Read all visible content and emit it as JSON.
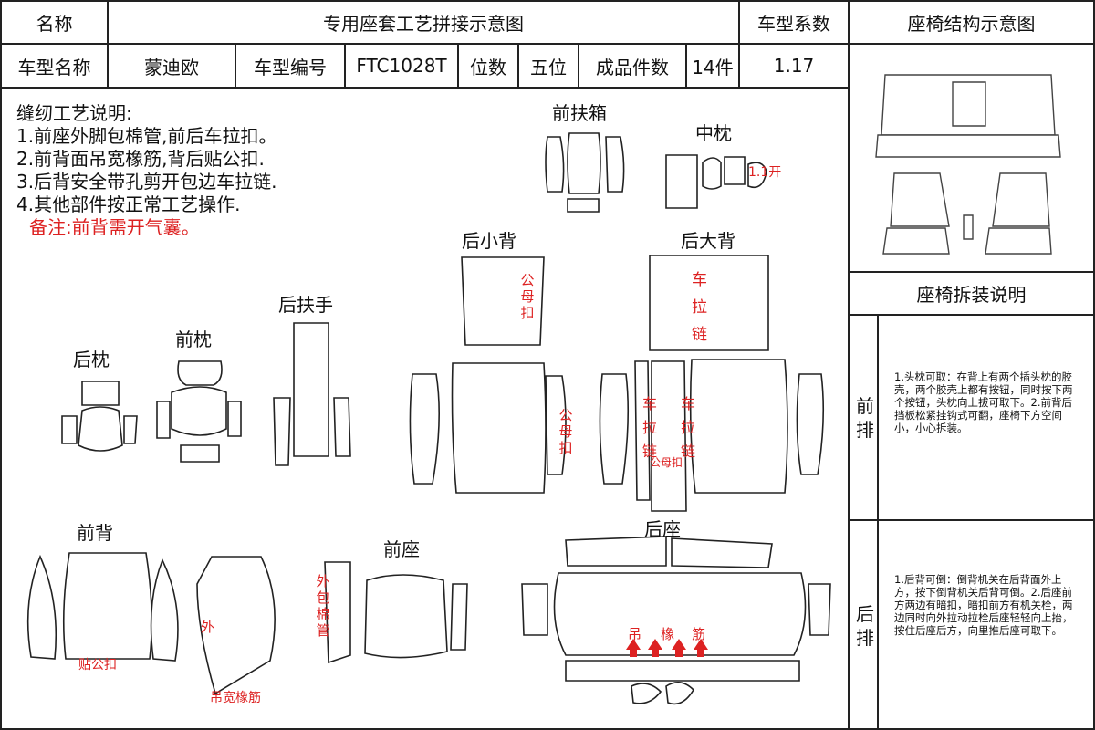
{
  "header": {
    "name_label": "名称",
    "title": "专用座套工艺拼接示意图",
    "coef_label": "车型系数",
    "struct_title": "座椅结构示意图",
    "model_name_label": "车型名称",
    "model_name": "蒙迪欧",
    "model_code_label": "车型编号",
    "model_code": "FTC1028T",
    "seats_label": "位数",
    "seats": "五位",
    "pieces_label": "成品件数",
    "pieces": "14件",
    "coef": "1.17"
  },
  "notes": {
    "title": "缝纫工艺说明:",
    "items": [
      "1.前座外脚包棉管,前后车拉扣。",
      "2.前背面吊宽橡筋,背后贴公扣.",
      "3.后背安全带孔剪开包边车拉链.",
      "4.其他部件按正常工艺操作."
    ],
    "remark": "备注:前背需开气囊。"
  },
  "parts": {
    "front_armrest": "前扶箱",
    "mid_pillow": "中枕",
    "rear_small_back": "后小背",
    "rear_big_back": "后大背",
    "rear_armrest": "后扶手",
    "front_pillow": "前枕",
    "rear_pillow": "后枕",
    "front_back": "前背",
    "front_seat": "前座",
    "rear_seat": "后座"
  },
  "annotations": {
    "mid_one_open": "1.1开",
    "male_female_snap": "公母扣",
    "zipper": "车拉链",
    "male_female_snap_2": "公母扣",
    "zipper_left": "车拉链",
    "zipper_right": "车拉链",
    "male_female_snap_3": "公母扣",
    "stick_male_snap": "贴公扣",
    "outer": "外",
    "wide_elastic": "吊宽橡筋",
    "outer_wrap": "外包棉管",
    "hang": "吊",
    "rubber": "橡",
    "tendon": "筋"
  },
  "instructions": {
    "title": "座椅拆装说明",
    "front_label": "前排",
    "front_text": "1.头枕可取：在背上有两个插头枕的胶壳，两个胶壳上都有按钮，同时按下两个按钮，头枕向上拔可取下。2.前背后挡板松紧挂钩式可翻，座椅下方空间小，小心拆装。",
    "rear_label": "后排",
    "rear_text": "1.后背可倒：倒背机关在后背面外上方，按下倒背机关后背可倒。2.后座前方两边有暗扣，暗扣前方有机关栓，两边同时向外拉动拉栓后座轻轻向上抬，按住后座后方，向里推后座可取下。"
  }
}
